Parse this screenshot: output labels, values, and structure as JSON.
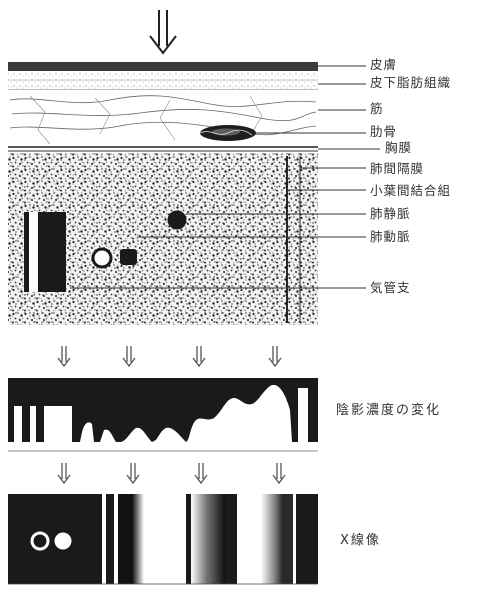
{
  "labels": {
    "skin": "皮膚",
    "subcutaneous": "皮下脂肪組織",
    "muscle": "筋",
    "rib": "肋骨",
    "pleura": "胸膜",
    "alveolar_septum": "肺間隔膜",
    "interlobular_tissue": "小葉間結合組",
    "pulmonary_vein": "肺静脈",
    "pulmonary_artery": "肺動脈",
    "bronchus": "気管支",
    "shadow_density_change": "陰影濃度の変化",
    "xray_image": "X線像"
  },
  "colors": {
    "ink": "#1a1a1a",
    "paper": "#ffffff",
    "skin_band": "#3a3a3a"
  },
  "icons": {
    "incident_arrow": "double-down-arrow",
    "stage_arrows": "double-down-arrow"
  }
}
